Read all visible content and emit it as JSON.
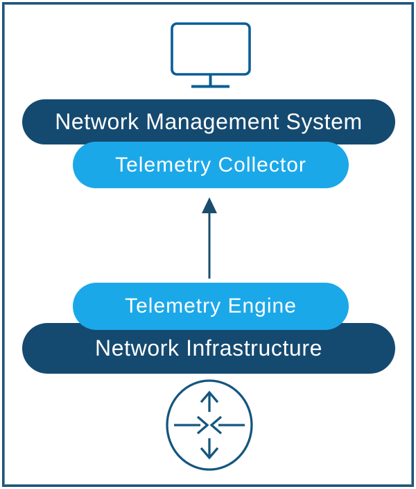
{
  "diagram": {
    "nodes": {
      "nms": {
        "label": "Network Management System",
        "bg": "#154A70",
        "text_color": "#FFFFFF",
        "shape": "pill"
      },
      "collector": {
        "label": "Telemetry Collector",
        "bg": "#1BA8E9",
        "text_color": "#FFFFFF",
        "shape": "pill"
      },
      "engine": {
        "label": "Telemetry Engine",
        "bg": "#1BA8E9",
        "text_color": "#FFFFFF",
        "shape": "pill"
      },
      "infra": {
        "label": "Network Infrastructure",
        "bg": "#154A70",
        "text_color": "#FFFFFF",
        "shape": "pill"
      }
    },
    "icons": {
      "top": {
        "name": "monitor-icon",
        "represents": "network management system workstation",
        "stroke": "#0A5D97"
      },
      "bottom": {
        "name": "router-icon",
        "represents": "network infrastructure router",
        "stroke": "#15567E"
      }
    },
    "connections": [
      {
        "from": "engine",
        "to": "collector",
        "direction": "up",
        "style": "solid-line-filled-arrowhead",
        "color": "#1B4C6E"
      }
    ],
    "frame": {
      "border_color": "#1C567C",
      "background": "#FFFFFF"
    }
  }
}
